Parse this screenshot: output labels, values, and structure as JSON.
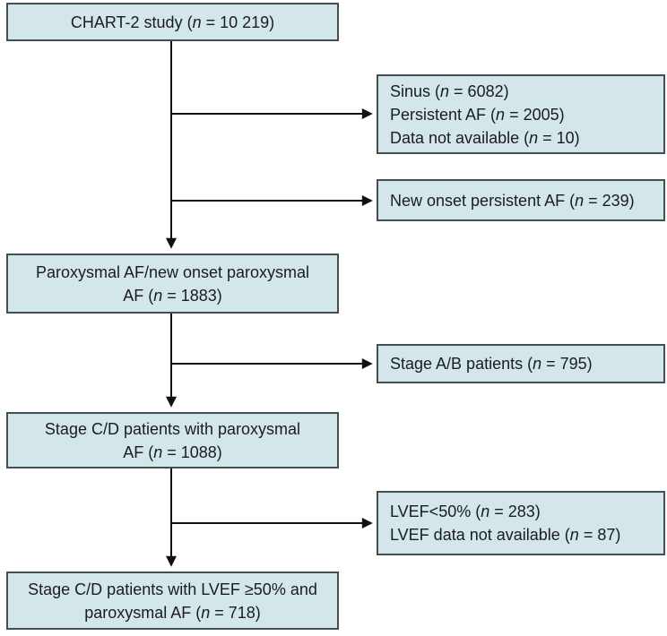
{
  "figure": {
    "title": "CHART-2 study patient flow diagram",
    "box_fill": "#d3e6ea",
    "box_border": "#414e54",
    "arrow_color": "#111111",
    "background": "#ffffff"
  },
  "boxes": {
    "chart2": {
      "lines": [
        {
          "pre": "CHART-2 study (",
          "n": "n",
          "post": " = 10 219)"
        }
      ]
    },
    "sinus": {
      "lines": [
        {
          "pre": "Sinus (",
          "n": "n",
          "post": " = 6082)"
        },
        {
          "pre": "Persistent AF (",
          "n": "n",
          "post": " = 2005)"
        },
        {
          "pre": "Data not available (",
          "n": "n",
          "post": " = 10)"
        }
      ]
    },
    "new_onset": {
      "lines": [
        {
          "pre": "New onset persistent AF (",
          "n": "n",
          "post": " = 239)"
        }
      ]
    },
    "paroxysmal": {
      "lines": [
        {
          "pre": "Paroxysmal AF/new onset paroxysmal",
          "n": "",
          "post": ""
        },
        {
          "pre": "AF (",
          "n": "n",
          "post": " = 1883)"
        }
      ]
    },
    "stage_ab": {
      "lines": [
        {
          "pre": "Stage A/B patients (",
          "n": "n",
          "post": " = 795)"
        }
      ]
    },
    "stage_cd": {
      "lines": [
        {
          "pre": "Stage C/D patients with paroxysmal",
          "n": "",
          "post": ""
        },
        {
          "pre": "AF (",
          "n": "n",
          "post": " = 1088)"
        }
      ]
    },
    "lvef": {
      "lines": [
        {
          "pre": "LVEF<50% (",
          "n": "n",
          "post": " = 283)"
        },
        {
          "pre": "LVEF data not available (",
          "n": "n",
          "post": " = 87)"
        }
      ]
    },
    "final": {
      "lines": [
        {
          "pre": "Stage C/D patients with LVEF ≥50% and",
          "n": "",
          "post": ""
        },
        {
          "pre": "paroxysmal AF (",
          "n": "n",
          "post": " = 718)"
        }
      ]
    }
  }
}
